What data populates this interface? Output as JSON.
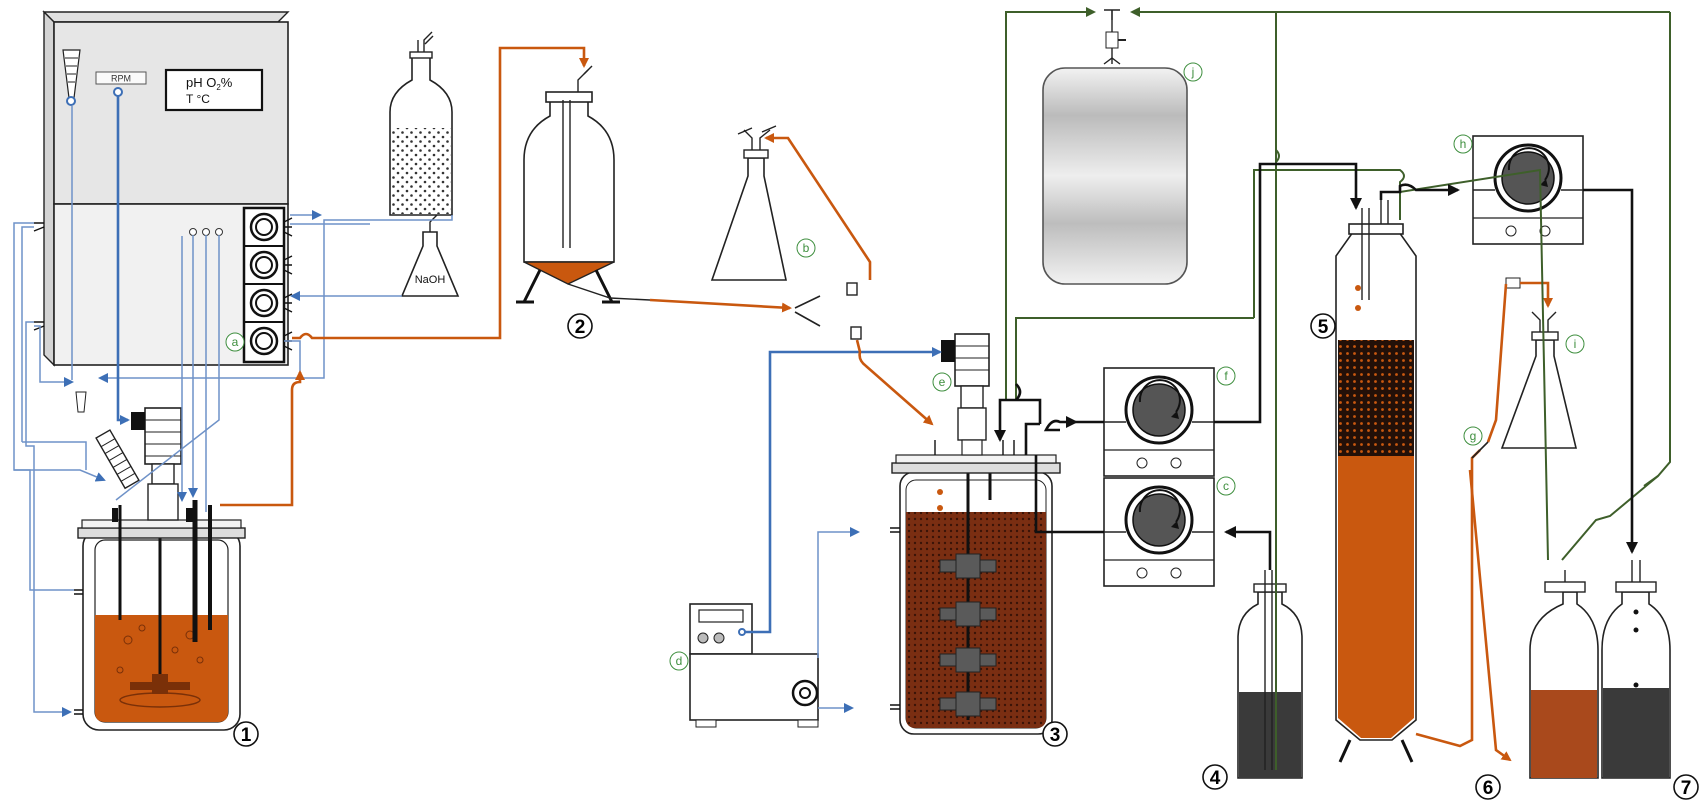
{
  "panel": {
    "rpm_label": "RPM",
    "display_line1": "pH    O",
    "display_sub": "2",
    "display_pct": "%",
    "display_line2": "T °C"
  },
  "naoh_label": "NaOH",
  "unit_numbers": [
    "1",
    "2",
    "3",
    "4",
    "5",
    "6",
    "7"
  ],
  "component_letters": [
    "a",
    "b",
    "c",
    "d",
    "e",
    "f",
    "g",
    "h",
    "i",
    "j"
  ],
  "colors": {
    "orange": "#c9580f",
    "blue": "#3d6fb6",
    "light_blue": "#6f92c8",
    "green": "#3e5f2a",
    "dark": "#111111",
    "letter_green": "#3f8f3f",
    "dark_broth": "#4a1c0e",
    "effluent": "#3a3a3a"
  }
}
